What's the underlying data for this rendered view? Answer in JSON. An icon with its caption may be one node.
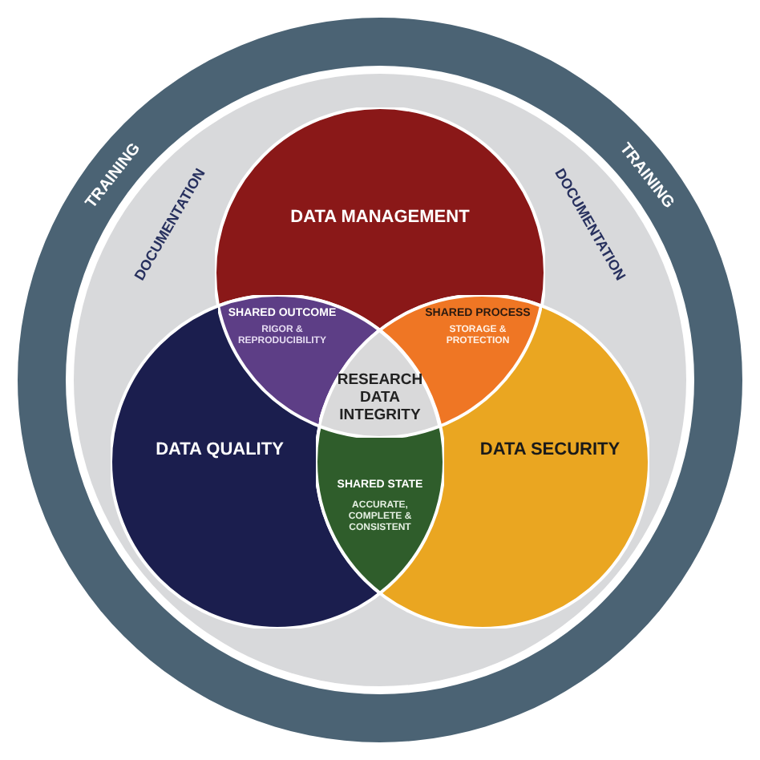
{
  "diagram": {
    "nodes": [
      {
        "text": [
          "TRAINING",
          "TRAINING"
        ]
      },
      {
        "text": [
          "DOCUMENTATION",
          "DOCUMENTATION"
        ],
        "in": 0
      },
      {
        "text": [
          "DATA MANAGEMENT"
        ],
        "in": 1
      },
      {
        "text": [
          "DATA QUALITY"
        ],
        "in": 1
      },
      {
        "text": [
          "DATA SECURITY"
        ],
        "in": 1
      },
      {
        "text": [
          "SHARED OUTCOME",
          "RIGOR & REPRODUCIBILITY"
        ]
      },
      {
        "text": [
          "SHARED PROCESS",
          "STORAGE & PROTECTION"
        ]
      },
      {
        "text": [
          "SHARED STATE",
          "ACCURATE, COMPLETE & CONSISTENT"
        ]
      },
      {
        "text": [
          "RESEARCH DATA INTEGRITY"
        ]
      }
    ],
    "edges": []
  }
}
